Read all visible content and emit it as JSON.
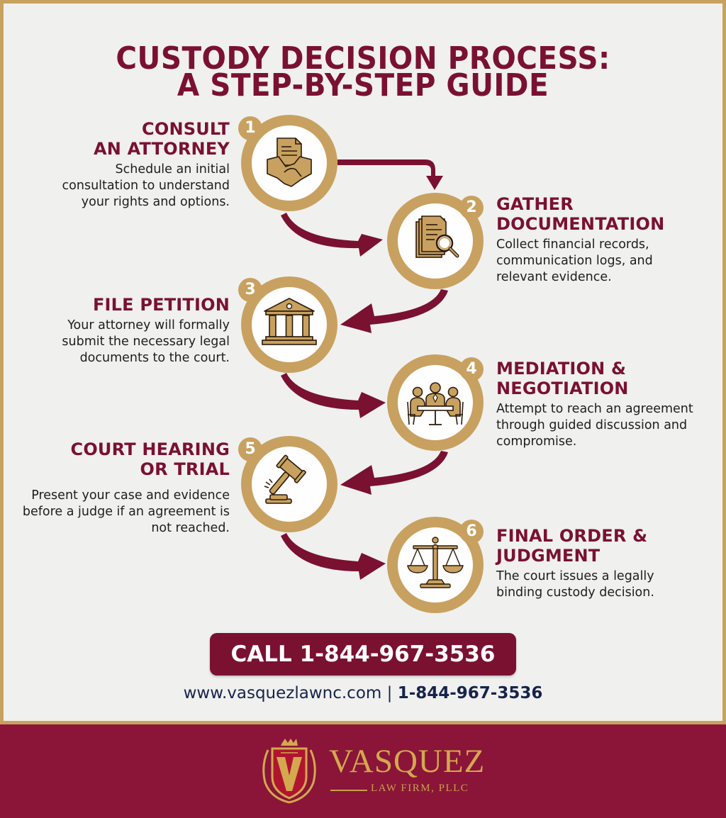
{
  "header": {
    "title_line1": "CUSTODY DECISION PROCESS:",
    "title_line2": "A STEP-BY-STEP GUIDE"
  },
  "colors": {
    "maroon": "#7a1131",
    "gold": "#c8a160",
    "background": "#f0f0ef",
    "footer": "#8a1538",
    "navy": "#16244a"
  },
  "steps": [
    {
      "number": "1",
      "title": "CONSULT AN ATTORNEY",
      "title_l1": "CONSULT",
      "title_l2": "AN ATTORNEY",
      "description": "Schedule an initial consultation to understand your rights and options.",
      "icon": "handshake-document-icon"
    },
    {
      "number": "2",
      "title": "GATHER DOCUMENTATION",
      "title_l1": "GATHER",
      "title_l2": "DOCUMENTATION",
      "description": "Collect financial records, communication logs, and relevant evidence.",
      "icon": "documents-magnifier-icon"
    },
    {
      "number": "3",
      "title": "FILE PETITION",
      "title_l1": "FILE PETITION",
      "title_l2": "",
      "description": "Your attorney will formally submit the necessary legal documents to the court.",
      "icon": "courthouse-icon"
    },
    {
      "number": "4",
      "title": "MEDIATION & NEGOTIATION",
      "title_l1": "MEDIATION &",
      "title_l2": "NEGOTIATION",
      "description": "Attempt to reach an agreement through guided discussion and compromise.",
      "icon": "meeting-table-icon"
    },
    {
      "number": "5",
      "title": "COURT HEARING OR TRIAL",
      "title_l1": "COURT HEARING",
      "title_l2": "OR TRIAL",
      "description": "Present your case and evidence before a judge if an agreement is not reached.",
      "icon": "gavel-icon"
    },
    {
      "number": "6",
      "title": "FINAL ORDER & JUDGMENT",
      "title_l1": "FINAL ORDER &",
      "title_l2": "JUDGMENT",
      "description": "The court issues a legally binding custody decision.",
      "icon": "scales-of-justice-icon"
    }
  ],
  "cta": {
    "label": "CALL 1-844-967-3536"
  },
  "contact": {
    "website": "www.vasquezlawnc.com",
    "separator": "|",
    "phone": "1-844-967-3536"
  },
  "footer": {
    "brand_name": "VASQUEZ",
    "brand_sub": "LAW FIRM, PLLC"
  }
}
